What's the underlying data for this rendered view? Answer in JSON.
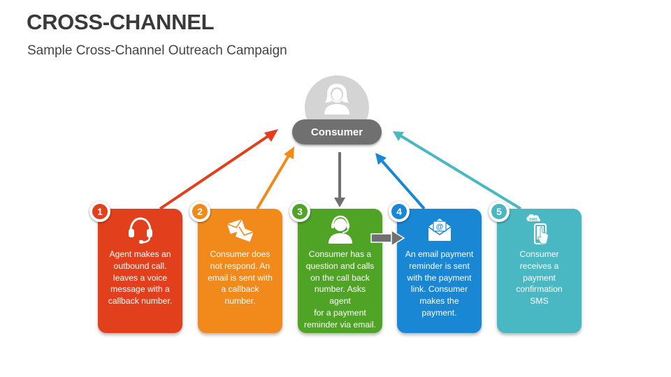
{
  "title": "CROSS-CHANNEL",
  "subtitle": "Sample Cross-Channel Outreach Campaign",
  "consumer": {
    "label": "Consumer",
    "circle_color": "#d4d4d4",
    "pill_color": "#707070",
    "icon": "person-icon"
  },
  "steps": [
    {
      "number": "1",
      "color": "#e2401c",
      "icon": "headset-icon",
      "text": [
        "Agent makes an",
        "outbound call.",
        "leaves a voice",
        "message with a",
        "callback number."
      ]
    },
    {
      "number": "2",
      "color": "#f28a1b",
      "icon": "envelopes-icon",
      "text": [
        "Consumer does",
        "not respond. An",
        "email is sent with",
        "a callback",
        "number."
      ]
    },
    {
      "number": "3",
      "color": "#4fa426",
      "icon": "support-agent-icon",
      "text": [
        "Consumer has a",
        "question and calls",
        "on the call back",
        "number. Asks agent",
        "for a payment",
        "reminder via email."
      ]
    },
    {
      "number": "4",
      "color": "#1a87d4",
      "icon": "email-at-icon",
      "text": [
        "An email payment",
        "reminder is sent",
        "with the payment",
        "link. Consumer",
        "makes the",
        "payment."
      ]
    },
    {
      "number": "5",
      "color": "#4ab8c2",
      "icon": "sms-phone-icon",
      "icon_label": "SMS",
      "text": [
        "Consumer",
        "receives a",
        "payment",
        "confirmation",
        "SMS"
      ]
    }
  ]
}
